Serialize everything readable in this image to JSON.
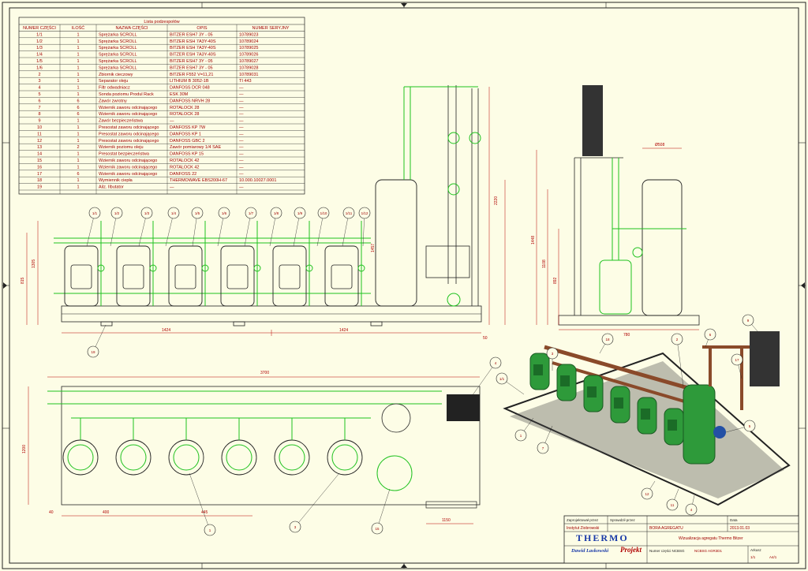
{
  "bom": {
    "title": "Lista podzespołów",
    "headers": [
      "NUMER CZĘŚCI",
      "ILOŚĆ",
      "NAZWA CZĘŚCI",
      "OPIS",
      "NUMER SERYJNY"
    ],
    "rows": [
      [
        "1/1",
        "1",
        "Sprężarka SCROLL",
        "BITZER ESH7 3Y - 05",
        "10789023"
      ],
      [
        "1/2",
        "1",
        "Sprężarka SCROLL",
        "BITZER ESH 7A3Y-40S",
        "10789024"
      ],
      [
        "1/3",
        "1",
        "Sprężarka SCROLL",
        "BITZER ESH 7A3Y-40S",
        "10789025"
      ],
      [
        "1/4",
        "1",
        "Sprężarka SCROLL",
        "BITZER ESH 7A3Y-40S",
        "10789026"
      ],
      [
        "1/5",
        "1",
        "Sprężarka SCROLL",
        "BITZER ESH7 3Y - 05",
        "10789027"
      ],
      [
        "1/6",
        "1",
        "Sprężarka SCROLL",
        "BITZER ESH7 3Y - 05",
        "10789028"
      ],
      [
        "2",
        "1",
        "Zbiornik cieczowy",
        "BITZER F552 V=11,21",
        "10789031"
      ],
      [
        "3",
        "1",
        "Separator oleju",
        "LITHIUM B 3052-1B",
        "TI 443"
      ],
      [
        "4",
        "1",
        "Filtr odwadniacz",
        "DANFOSS DCR 048",
        "—"
      ],
      [
        "5",
        "1",
        "Sonda poziomu Produl Rack",
        "ESK 30M",
        "—"
      ],
      [
        "6",
        "6",
        "Zawór zwrotny",
        "DANFOSS NRVH 28",
        "—"
      ],
      [
        "7",
        "6",
        "Wziernik zaworu odcinającego",
        "ROTALOCK 28",
        "—"
      ],
      [
        "8",
        "6",
        "Wziernik zaworu odcinającego",
        "ROTALOCK 28",
        "—"
      ],
      [
        "9",
        "1",
        "Zawór bezpieczeństwa",
        "—",
        "—"
      ],
      [
        "10",
        "1",
        "Presostat zaworu odcinającego",
        "DANFOSS KP 7W",
        "—"
      ],
      [
        "11",
        "1",
        "Presostat zaworu odcinającego",
        "DANFOSS KP 1",
        "—"
      ],
      [
        "12",
        "1",
        "Presostat zaworu odcinającego",
        "DANFOSS GBC 2",
        "—"
      ],
      [
        "13",
        "2",
        "Wziernik poziomu oleju",
        "Zawór pomiarowy 1/4 SAE",
        "—"
      ],
      [
        "14",
        "1",
        "Presostat bezpieczeństwa",
        "DANFOSS KP 15",
        "—"
      ],
      [
        "15",
        "1",
        "Wziernik zaworu odcinającego",
        "ROTALOCK 42",
        "—"
      ],
      [
        "16",
        "1",
        "Wziernik zaworu odcinającego",
        "ROTALOCK 42",
        "—"
      ],
      [
        "17",
        "6",
        "Wziernik zaworu odcinającego",
        "DANFOSS 22",
        "—"
      ],
      [
        "18",
        "1",
        "Wymiennik ciepła",
        "THERMOWAVE EBS200H-67",
        "10.000.10027.0001"
      ],
      [
        "19",
        "1",
        "Ailz. Ilbutator",
        "—",
        "—"
      ]
    ]
  },
  "dims": {
    "h2220": "2220",
    "h1457": "1457",
    "h1305": "1305",
    "h815": "815",
    "h50": "50",
    "w1424a": "1424",
    "w1424b": "1424",
    "w3700": "3700",
    "w1200": "1200",
    "w1448": "1448",
    "w1108": "1108",
    "w892": "892",
    "w780": "780",
    "dia508": "Ø508",
    "w400": "400",
    "w442": "445",
    "w40": "40",
    "w1150": "1150"
  },
  "callouts": {
    "front": [
      "1/1",
      "1/2",
      "1/3",
      "1/4",
      "1/5",
      "1/6",
      "1/7",
      "1/8",
      "1/9",
      "1/10",
      "1/11",
      "1/12",
      "19"
    ],
    "plan": [
      "1",
      "3",
      "15",
      "4"
    ],
    "iso": [
      "1/1",
      "3",
      "18",
      "2",
      "6",
      "9",
      "17",
      "5",
      "12",
      "11",
      "4",
      "7",
      "1"
    ]
  },
  "title_block": {
    "designer_label": "Zaprojektował przez",
    "designer": "Instytut Ziobrowski",
    "checker_label": "Sprawdził przez",
    "project": "BORA AGREGATU",
    "date_label": "Data",
    "date": "2013.01.03",
    "drawing_title": "Wizualizacja agregatu Thermo Bitzer",
    "logo_main": "THERMO",
    "logo_sub_left": "Dawid Laskowski",
    "logo_sub_right": "Projekt",
    "part_label": "Numer części NCBSG",
    "part_no": "NCBSG AGR3D1",
    "sheet_label": "Arkusz",
    "sheet": "1/1",
    "rev": "A4/1"
  }
}
